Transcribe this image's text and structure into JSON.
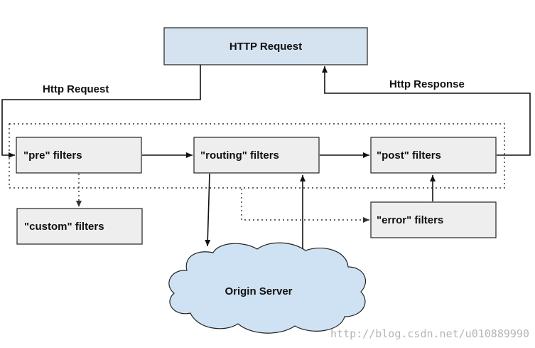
{
  "nodes": {
    "http_request": "HTTP Request",
    "pre": "\"pre\" filters",
    "routing": "\"routing\" filters",
    "post": "\"post\" filters",
    "custom": "\"custom\" filters",
    "error": "\"error\" filters",
    "origin": "Origin Server"
  },
  "edges": {
    "request_label": "Http Request",
    "response_label": "Http Response"
  },
  "watermark": "http://blog.csdn.net/u010889990",
  "colors": {
    "top_box_fill": "#d5e3f1",
    "filter_box_fill": "#eeeeee",
    "cloud_fill": "#cfe2f3"
  }
}
